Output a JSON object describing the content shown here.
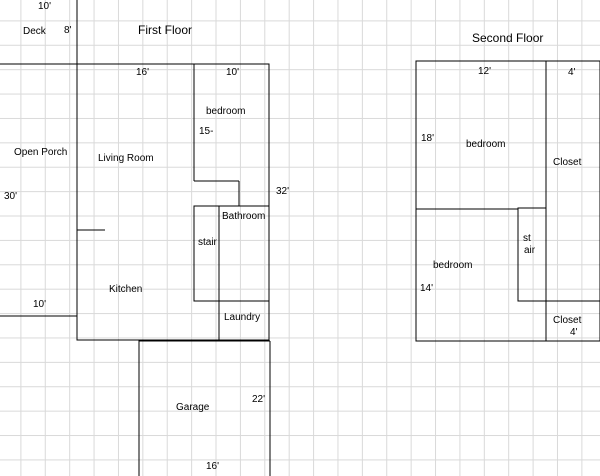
{
  "first_floor": {
    "title": "First Floor",
    "deck": {
      "label": "Deck",
      "width": "10'",
      "depth": "8'"
    },
    "open_porch": {
      "label": "Open Porch",
      "length": "30'",
      "width": "10'"
    },
    "main_width": "16'",
    "bedroom": {
      "label": "bedroom",
      "width": "10'",
      "depth": "15-"
    },
    "living_room": {
      "label": "Living Room"
    },
    "overall_length": "32'",
    "stair": {
      "label": "stair"
    },
    "bathroom": {
      "label": "Bathroom"
    },
    "kitchen": {
      "label": "Kitchen"
    },
    "laundry": {
      "label": "Laundry"
    },
    "garage": {
      "label": "Garage",
      "depth": "22'",
      "width": "16'"
    }
  },
  "second_floor": {
    "title": "Second Floor",
    "bedroom_top": {
      "label": "bedroom",
      "width": "12'",
      "depth": "18'"
    },
    "closet_top": {
      "label": "Closet",
      "width": "4'"
    },
    "stair": {
      "label_line1": "st",
      "label_line2": "air"
    },
    "bedroom_bottom": {
      "label": "bedroom",
      "depth": "14'"
    },
    "closet_bottom": {
      "label": "Closet",
      "width": "4'"
    }
  },
  "colors": {
    "wall": "#000000",
    "grid": "#d9d9d9",
    "background": "#ffffff"
  }
}
